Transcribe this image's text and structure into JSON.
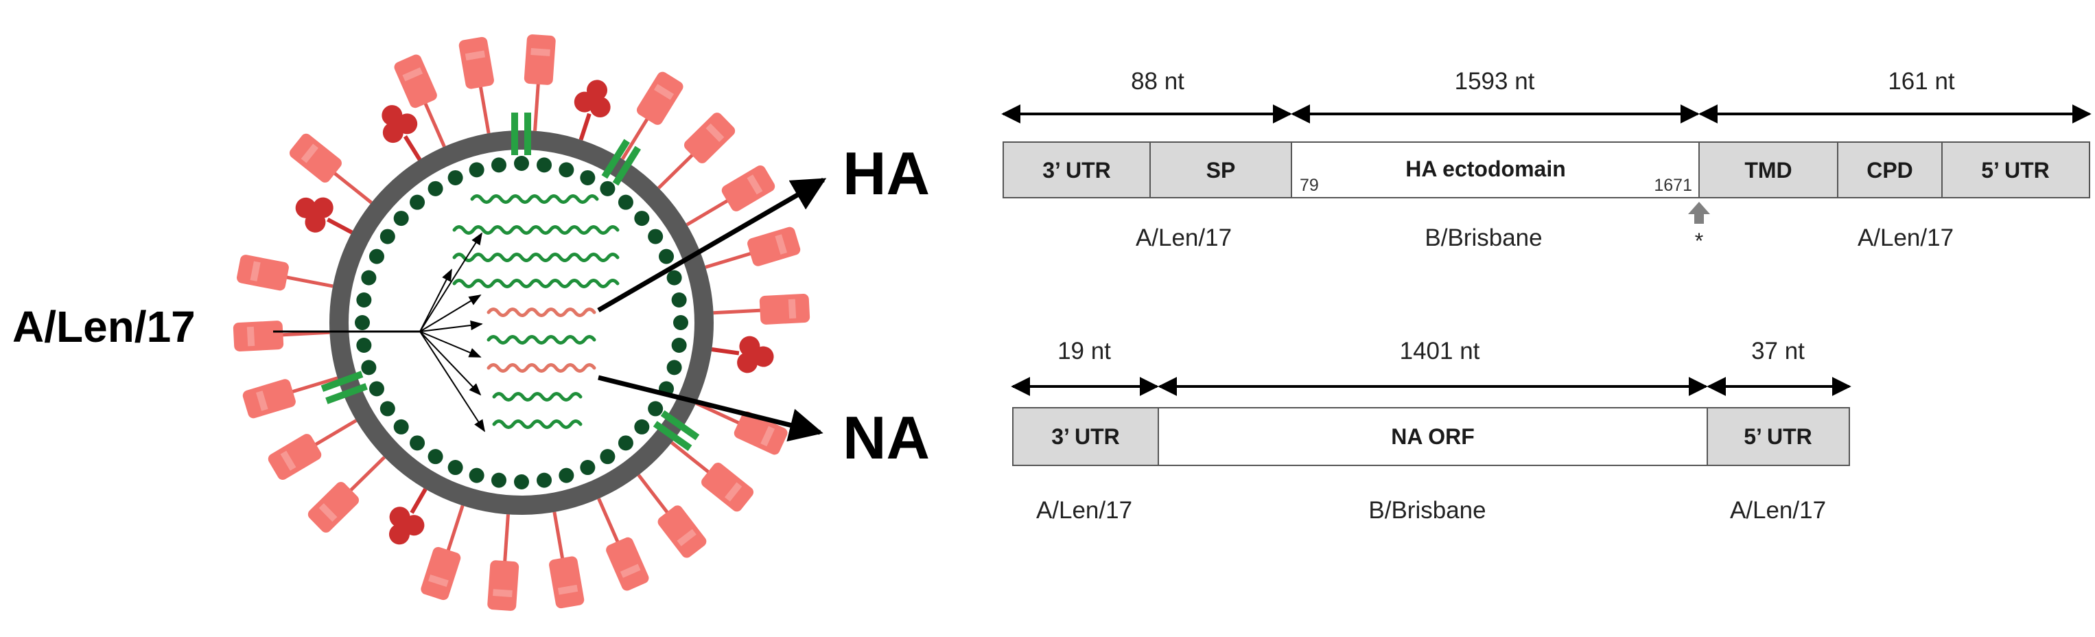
{
  "virion": {
    "label": "A/Len/17",
    "colors": {
      "envelope": "#595959",
      "ha_spike": "#f4766f",
      "ha_stalk": "#e05a55",
      "na_spike": "#cc2e2e",
      "m2_channel": "#27a143",
      "m1_bead": "#0e4d26",
      "rna_green": "#1f8f3a",
      "rna_pink": "#e27565"
    }
  },
  "ha": {
    "label": "HA",
    "lengths": [
      "88 nt",
      "1593 nt",
      "161 nt"
    ],
    "segments": [
      "3’ UTR",
      "SP",
      "HA ectodomain",
      "TMD",
      "CPD",
      "5’ UTR"
    ],
    "position_start": "79",
    "position_end": "1671",
    "marker": "*",
    "strains": [
      "A/Len/17",
      "B/Brisbane",
      "A/Len/17"
    ]
  },
  "na": {
    "label": "NA",
    "lengths": [
      "19 nt",
      "1401 nt",
      "37 nt"
    ],
    "segments": [
      "3’ UTR",
      "NA ORF",
      "5’ UTR"
    ],
    "strains": [
      "A/Len/17",
      "B/Brisbane",
      "A/Len/17"
    ]
  }
}
